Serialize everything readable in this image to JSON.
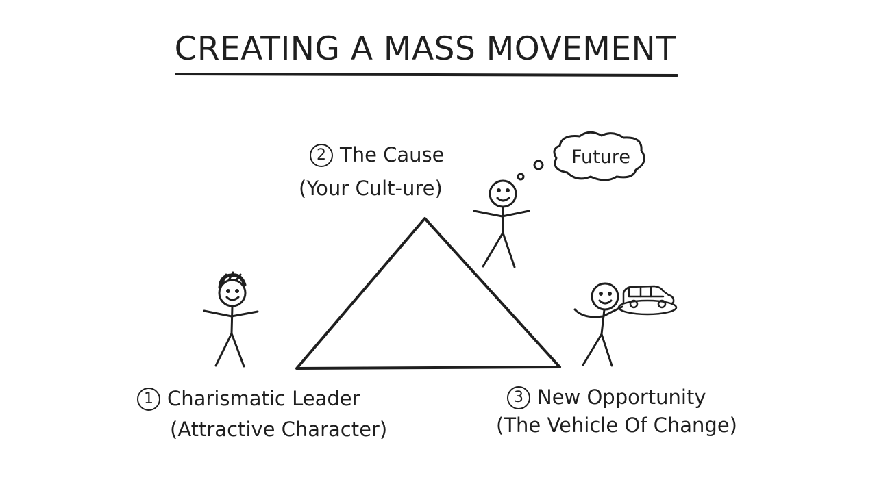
{
  "title": "CREATING A MASS MOVEMENT",
  "cause": {
    "number": "2",
    "title": "The Cause",
    "subtitle": "(Your Cult-ure)"
  },
  "thought": {
    "text": "Future"
  },
  "leader": {
    "number": "1",
    "title": "Charismatic Leader",
    "subtitle": "(Attractive Character)"
  },
  "opportunity": {
    "number": "3",
    "title": "New Opportunity",
    "subtitle": "(The Vehicle Of Change)"
  },
  "icons": [
    "triangle",
    "stick-figure-leader",
    "stick-figure-thinker",
    "thought-bubble",
    "stick-figure-with-car",
    "car-icon"
  ],
  "colors": {
    "ink": "#1f1f1f",
    "background": "#ffffff"
  }
}
